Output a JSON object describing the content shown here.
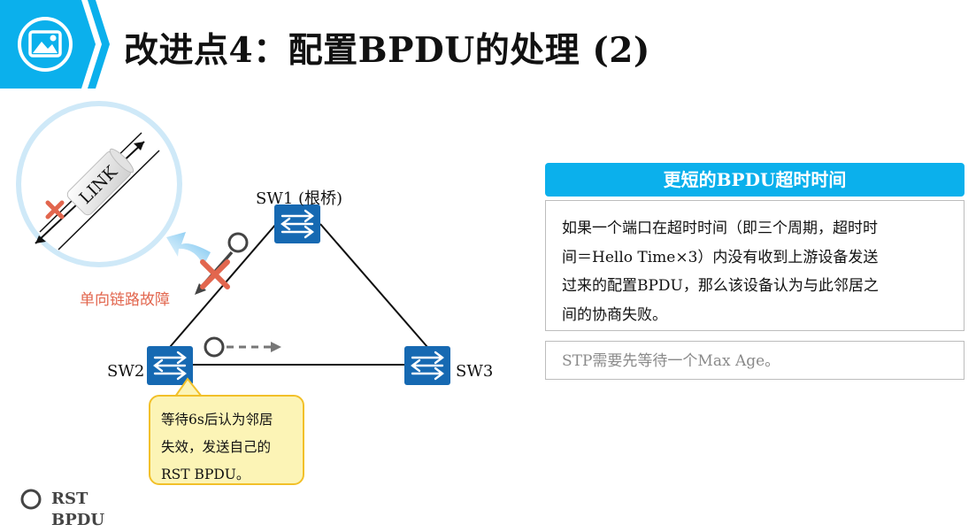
{
  "page": {
    "title": "改进点4：配置BPDU的处理 (2)",
    "accent_color": "#0bb0ec",
    "banner_icon": "image-icon"
  },
  "diagram": {
    "switches": [
      {
        "id": "sw1",
        "label": "SW1 (根桥)"
      },
      {
        "id": "sw2",
        "label": "SW2"
      },
      {
        "id": "sw3",
        "label": "SW3"
      }
    ],
    "zoom_cable_label": "LINK",
    "fault_label": "单向链路故障",
    "fault_color": "#e2664e",
    "callout_lines": [
      "等待6s后认为邻居",
      "失效，发送自己的",
      "RST BPDU。"
    ],
    "legend_label_lines": [
      "RST",
      "BPDU"
    ],
    "switch_icon": "switch-arrows-icon"
  },
  "panel": {
    "header": "更短的BPDU超时时间",
    "body_lines": [
      "如果一个端口在超时时间（即三个周期，超时时",
      "间＝Hello Time×3）内没有收到上游设备发送",
      "过来的配置BPDU，那么该设备认为与此邻居之",
      "间的协商失败。"
    ],
    "note": "STP需要先等待一个Max Age。"
  }
}
